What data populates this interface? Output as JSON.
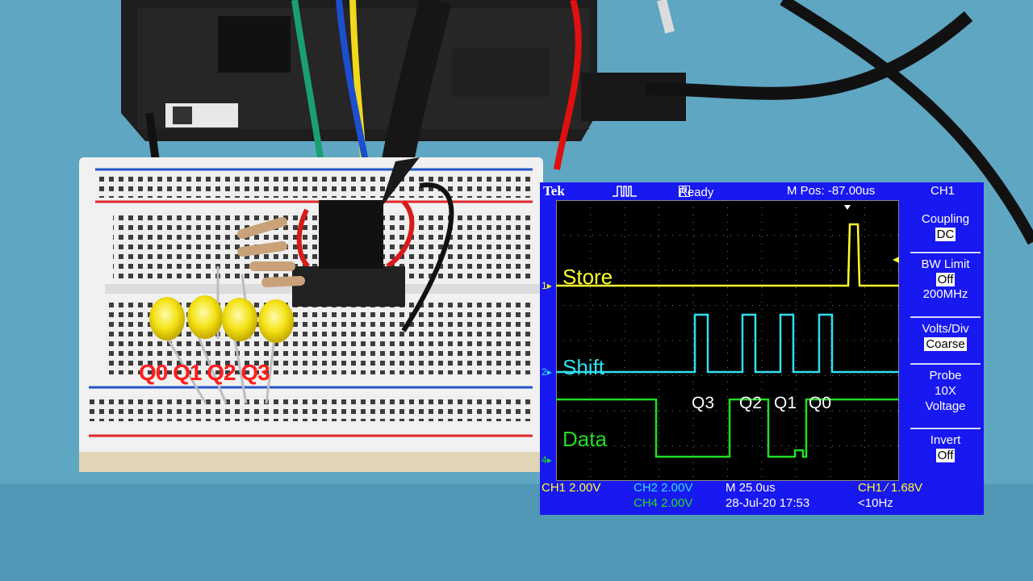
{
  "led_labels": "Q0 Q1 Q2 Q3",
  "scope": {
    "brand": "Tek",
    "trigger_status": "Ready",
    "trigger_status_box": "R",
    "m_pos": "M Pos: -87.00us",
    "menu_channel": "CH1",
    "waveform_labels": {
      "store": "Store",
      "shift": "Shift",
      "data": "Data"
    },
    "bit_labels": [
      "Q3",
      "Q2",
      "Q1",
      "Q0"
    ],
    "channel_markers": [
      "1",
      "2",
      "4"
    ],
    "menu": {
      "coupling_title": "Coupling",
      "coupling_value": "DC",
      "bw_title": "BW Limit",
      "bw_value": "Off",
      "bw_sub": "200MHz",
      "volts_title": "Volts/Div",
      "volts_value": "Coarse",
      "probe_title": "Probe",
      "probe_line1": "10X",
      "probe_line2": "Voltage",
      "invert_title": "Invert",
      "invert_value": "Off"
    },
    "bottom": {
      "ch1": "CH1  2.00V",
      "ch2": "CH2  2.00V",
      "ch4": "CH4  2.00V",
      "timebase": "M 25.0us",
      "datetime": "28-Jul-20 17:53",
      "trigger": "CH1 ∕ 1.68V",
      "freq": "<10Hz"
    },
    "colors": {
      "ch1": "#ffff28",
      "ch2": "#2ee0ee",
      "ch4": "#22dd22",
      "panel": "#1818f0"
    }
  }
}
